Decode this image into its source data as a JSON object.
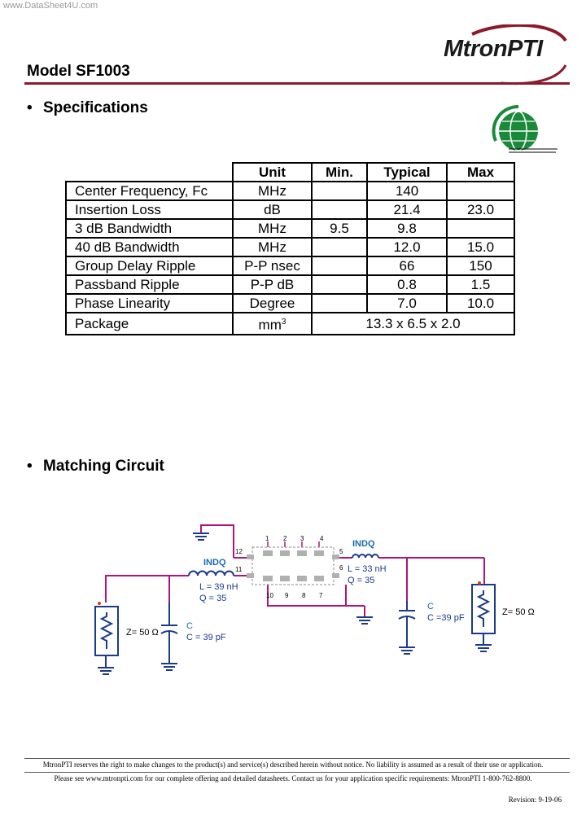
{
  "watermark": "www.DataSheet4U.com",
  "header": {
    "model": "Model SF1003",
    "logo_text": "MtronPTI",
    "brand_color": "#8b1a2b"
  },
  "sections": {
    "specifications": "Specifications",
    "matching_circuit": "Matching Circuit",
    "bullet": "•"
  },
  "rohs_icon": "rohs-compliant-globe-icon",
  "spec_table": {
    "headers": [
      "Unit",
      "Min.",
      "Typical",
      "Max"
    ],
    "rows": [
      {
        "param": "Center Frequency, Fc",
        "unit": "MHz",
        "min": "",
        "typ": "140",
        "max": ""
      },
      {
        "param": "Insertion Loss",
        "unit": "dB",
        "min": "",
        "typ": "21.4",
        "max": "23.0"
      },
      {
        "param": "3 dB Bandwidth",
        "unit": "MHz",
        "min": "9.5",
        "typ": "9.8",
        "max": ""
      },
      {
        "param": "40 dB Bandwidth",
        "unit": "MHz",
        "min": "",
        "typ": "12.0",
        "max": "15.0"
      },
      {
        "param": "Group Delay Ripple",
        "unit": "P-P nsec",
        "min": "",
        "typ": "66",
        "max": "150"
      },
      {
        "param": "Passband Ripple",
        "unit": "P-P dB",
        "min": "",
        "typ": "0.8",
        "max": "1.5"
      },
      {
        "param": "Phase Linearity",
        "unit": "Degree",
        "min": "",
        "typ": "7.0",
        "max": "10.0"
      }
    ],
    "package": {
      "param": "Package",
      "unit": "mm",
      "unit_sup": "3",
      "value": "13.3 x 6.5 x 2.0"
    }
  },
  "circuit": {
    "left_source": "Z= 50 Ω",
    "left_cap_name": "C",
    "left_cap_value": "C = 39 pF",
    "left_ind_name": "INDQ",
    "left_ind_L": "L = 39 nH",
    "left_ind_Q": "Q = 35",
    "right_ind_name": "INDQ",
    "right_ind_L": "L = 33 nH",
    "right_ind_Q": "Q = 35",
    "right_cap_name": "C",
    "right_cap_value": "C =39 pF",
    "right_load": "Z= 50 Ω",
    "pins": {
      "p12": "12",
      "p11": "11",
      "p1": "1",
      "p2": "2",
      "p3": "3",
      "p4": "4",
      "p5": "5",
      "p6": "6",
      "p10": "10",
      "p9": "9",
      "p8": "8",
      "p7": "7"
    }
  },
  "footer": {
    "line1": "MtronPTI reserves the right to make changes to the product(s) and service(s) described herein without notice. No liability is assumed as a result of their use or application.",
    "line2": "Please see www.mtronpti.com for our complete offering and detailed datasheets. Contact us for your application specific requirements: MtronPTI 1-800-762-8800.",
    "revision": "Revision: 9-19-06"
  }
}
